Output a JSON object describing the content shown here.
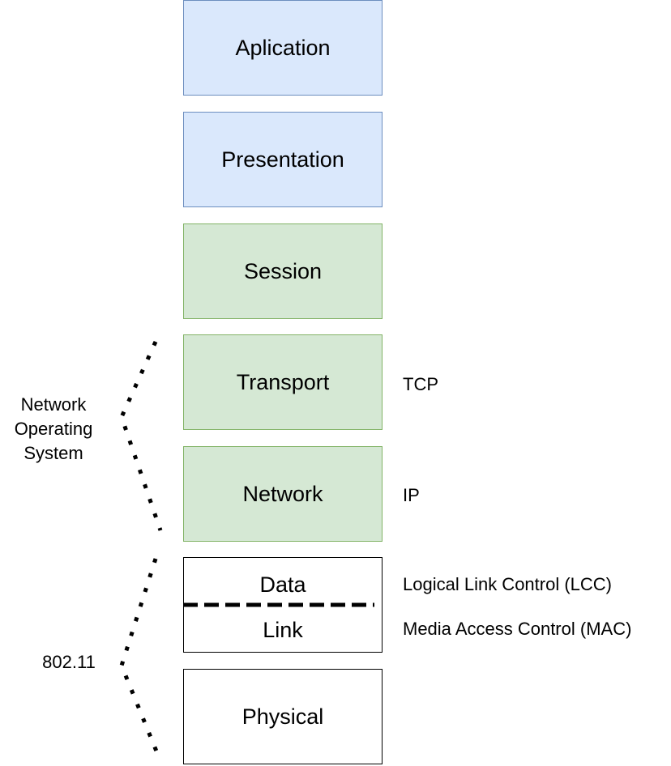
{
  "layers": {
    "application": "Aplication",
    "presentation": "Presentation",
    "session": "Session",
    "transport": "Transport",
    "network": "Network",
    "data_link_top": "Data",
    "data_link_bottom": "Link",
    "physical": "Physical"
  },
  "protocols": {
    "transport": "TCP",
    "network": "IP",
    "llc": "Logical Link Control (LCC)",
    "mac": "Media Access Control (MAC)"
  },
  "groups": {
    "network_os": [
      "Network",
      "Operating",
      "System"
    ],
    "wireless": "802.11"
  },
  "colors": {
    "upper_fill": "#dae8fc",
    "upper_stroke": "#6c8ebf",
    "middle_fill": "#d5e8d4",
    "middle_stroke": "#82b366",
    "lower_fill": "#ffffff",
    "lower_stroke": "#000000"
  }
}
